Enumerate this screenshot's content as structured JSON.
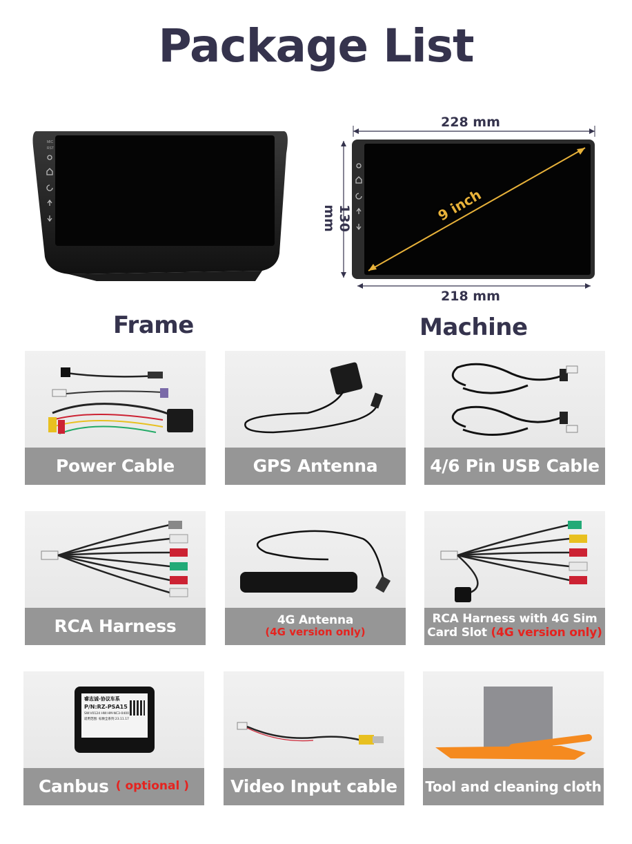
{
  "page_title": "Package List",
  "frame": {
    "caption": "Frame"
  },
  "machine": {
    "caption": "Machine",
    "width_top": "228 mm",
    "width_bottom": "218 mm",
    "height": "130 mm",
    "diagonal": "9 inch"
  },
  "items": [
    {
      "label": "Power Cable"
    },
    {
      "label": "GPS Antenna"
    },
    {
      "label": "4/6 Pin USB Cable"
    },
    {
      "label": "RCA Harness"
    },
    {
      "label": "4G Antenna",
      "note": "(4G version only)"
    },
    {
      "label_line1": "RCA Harness with 4G Sim",
      "label_line2": "Card Slot",
      "note": "(4G version only)"
    },
    {
      "label": "Canbus",
      "note": "( optional )"
    },
    {
      "label": "Video Input cable"
    },
    {
      "label": "Tool and cleaning cloth"
    }
  ],
  "canbus_module_text": {
    "line1": "睿志诚-协议车系",
    "line2": "P/N:RZ-PSA15",
    "line3": "SW:V0124  HW:HM-NC3-0400",
    "line4": "适用范围: 标致全系列  23.11.17"
  },
  "colors": {
    "title": "#35334d",
    "label_bar": "#969696",
    "note_red": "#e5231f",
    "arrow": "#e8b23a"
  }
}
